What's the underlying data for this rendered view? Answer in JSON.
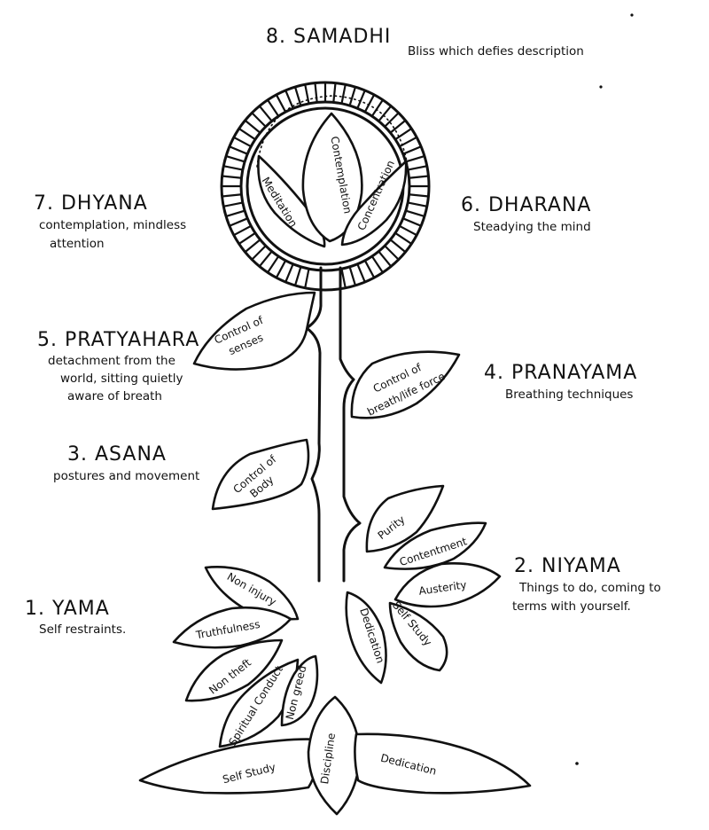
{
  "limbs": {
    "samadhi": {
      "title": "8. SAMADHI",
      "desc": "Bliss which defies description"
    },
    "dhyana": {
      "title": "7. DHYANA",
      "desc_line1": "contemplation, mindless",
      "desc_line2": "attention"
    },
    "dharana": {
      "title": "6. DHARANA",
      "desc": "Steadying the mind"
    },
    "pratyahara": {
      "title": "5. PRATYAHARA",
      "desc_line1": "detachment from the",
      "desc_line2": "world, sitting quietly",
      "desc_line3": "aware of breath"
    },
    "pranayama": {
      "title": "4. PRANAYAMA",
      "desc": "Breathing techniques"
    },
    "asana": {
      "title": "3. ASANA",
      "desc": "postures and movement"
    },
    "niyama": {
      "title": "2. NIYAMA",
      "desc_line1": "Things to do, coming to",
      "desc_line2": "terms with yourself."
    },
    "yama": {
      "title": "1. YAMA",
      "desc": "Self restraints."
    }
  },
  "flower_petals": {
    "meditation": "Meditation",
    "contemplation": "Contemplation",
    "concentration": "Concentration"
  },
  "stem_leaves": {
    "senses_line1": "Control of",
    "senses_line2": "senses",
    "breath_line1": "Control of",
    "breath_line2": "breath/life force",
    "body_line1": "Control of",
    "body_line2": "Body"
  },
  "niyama_leaves": {
    "purity": "Purity",
    "contentment": "Contentment",
    "austerity": "Austerity",
    "self_study": "Self Study",
    "dedication": "Dedication"
  },
  "yama_leaves": {
    "non_injury": "Non injury",
    "truthfulness": "Truthfulness",
    "non_theft": "Non theft",
    "spiritual_conduct": "Spiritual Conduct",
    "non_greed": "Non greed"
  },
  "base_leaves": {
    "self_study": "Self Study",
    "discipline": "Discipline",
    "dedication": "Dedication"
  }
}
